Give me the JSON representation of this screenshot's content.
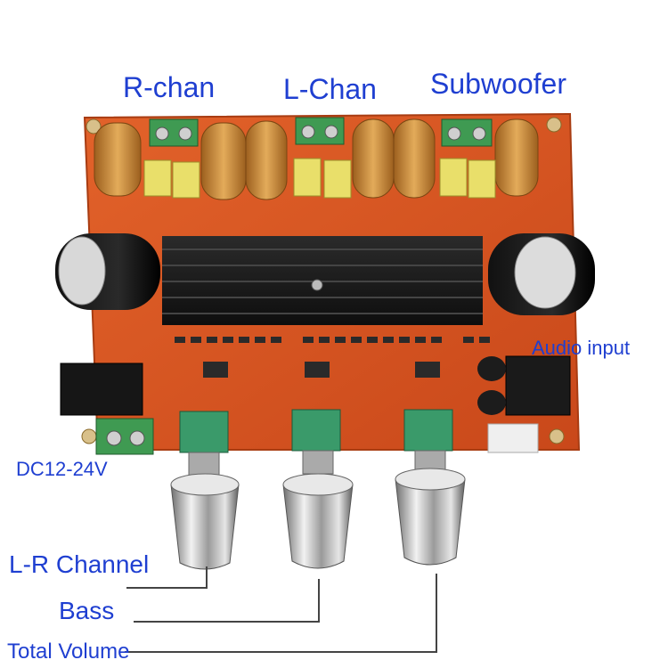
{
  "labels": {
    "r_chan": "R-chan",
    "l_chan": "L-Chan",
    "subwoofer": "Subwoofer",
    "audio_input": "Audio input",
    "dc_input": "DC12-24V",
    "lr_channel": "L-R Channel",
    "bass": "Bass",
    "total_volume": "Total Volume"
  },
  "colors": {
    "label_text": "#1f3fd1",
    "pcb": "#d9531e",
    "heatsink": "#1b1b1b",
    "copper_coil": "#c98a3a",
    "terminal_green": "#3f9a52",
    "capacitor_yellow": "#e9df6a",
    "knob_chrome": "#c8c8c8"
  }
}
